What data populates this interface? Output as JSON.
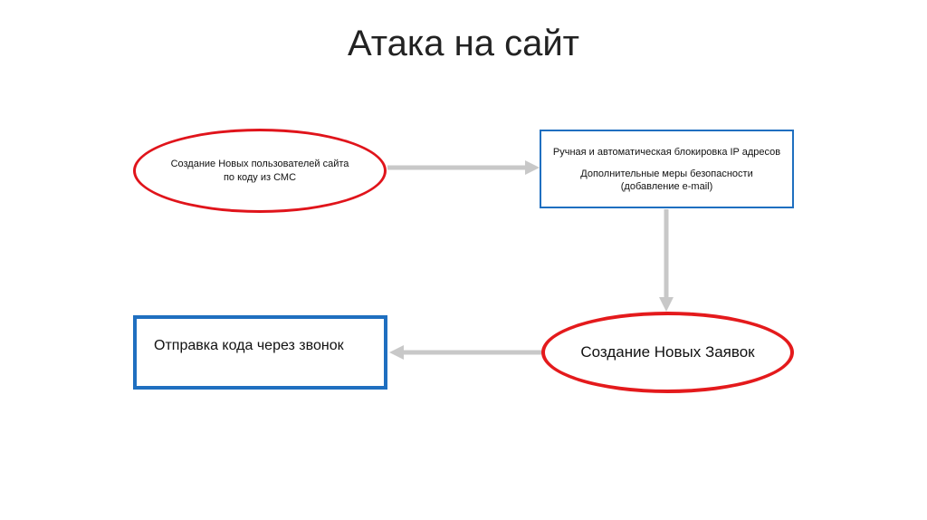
{
  "title": "Атака на сайт",
  "nodes": {
    "sms_users": {
      "shape": "ellipse",
      "line1": "Создание Новых пользователей сайта",
      "line2": "по коду из СМС",
      "border_color": "#e0141b"
    },
    "ip_block": {
      "shape": "rectangle",
      "line1": "Ручная и автоматическая блокировка IP адресов",
      "line2": "Дополнительные меры безопасности",
      "line3": "(добавление e-mail)",
      "border_color": "#1f6fc0"
    },
    "new_requests": {
      "shape": "ellipse",
      "label": "Создание Новых Заявок",
      "border_color": "#e41a1c"
    },
    "call_code": {
      "shape": "rectangle",
      "label": "Отправка кода через звонок",
      "border_color": "#1f6fc0"
    }
  },
  "edges": [
    {
      "from": "sms_users",
      "to": "ip_block",
      "direction": "right"
    },
    {
      "from": "ip_block",
      "to": "new_requests",
      "direction": "down"
    },
    {
      "from": "new_requests",
      "to": "call_code",
      "direction": "left"
    }
  ],
  "colors": {
    "arrow": "#c8c8c8",
    "red": "#e0141b",
    "blue": "#1f6fc0"
  }
}
